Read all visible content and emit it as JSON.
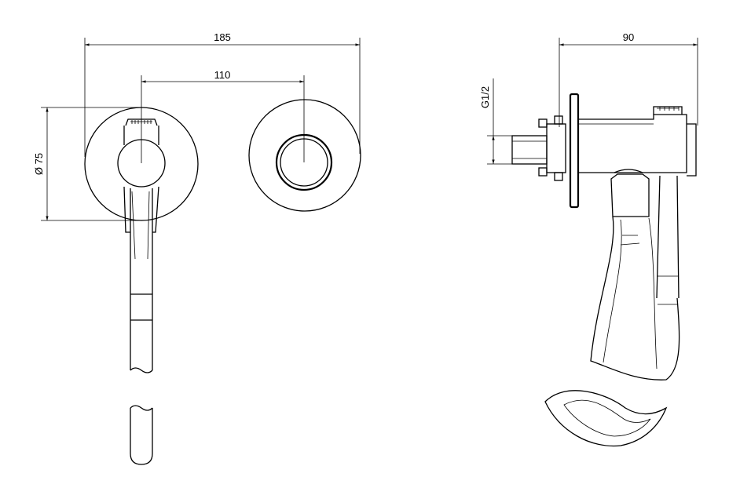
{
  "dimensions": {
    "overall_width": "185",
    "center_distance": "110",
    "plate_diameter": "Ø 75",
    "depth": "90",
    "thread": "G1/2"
  }
}
